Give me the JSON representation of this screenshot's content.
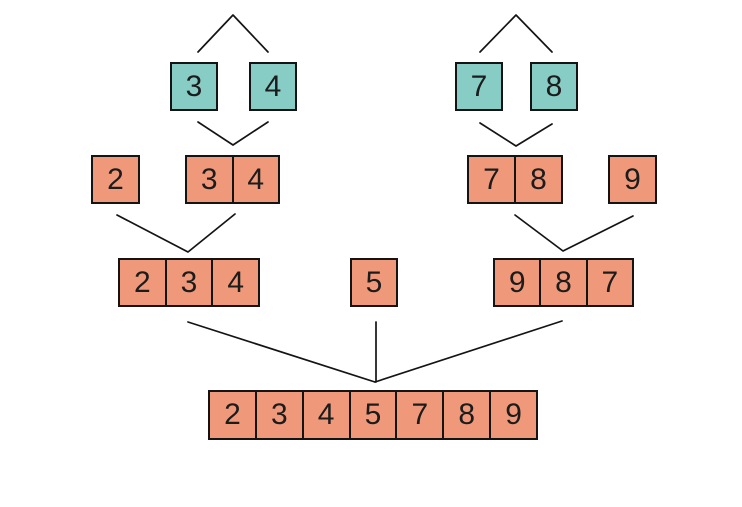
{
  "diagram": {
    "name": "merge-sort-visualization",
    "colors": {
      "leaf_fill": "#87cdc5",
      "array_fill": "#f0997a",
      "border": "#141414",
      "line": "#141414",
      "text": "#1c1c1c",
      "background": "#ffffff"
    },
    "levels": {
      "top_left_pair": [
        "3",
        "4"
      ],
      "top_right_pair": [
        "7",
        "8"
      ],
      "mid_left_single": "2",
      "mid_left_pair": [
        "3",
        "4"
      ],
      "mid_right_pair": [
        "7",
        "8"
      ],
      "mid_right_single": "9",
      "lower_left_triple": [
        "2",
        "3",
        "4"
      ],
      "lower_middle_single": "5",
      "lower_right_triple": [
        "9",
        "8",
        "7"
      ],
      "merged_array": [
        "2",
        "3",
        "4",
        "5",
        "7",
        "8",
        "9"
      ]
    }
  }
}
